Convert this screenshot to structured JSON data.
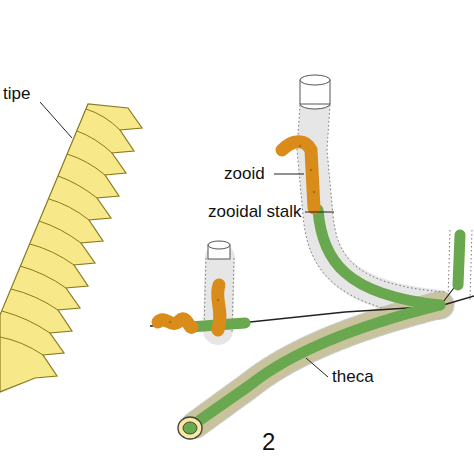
{
  "diagram": {
    "labels": [
      "tipe",
      "zooid",
      "zooidal stalk",
      "theca",
      "2"
    ]
  }
}
